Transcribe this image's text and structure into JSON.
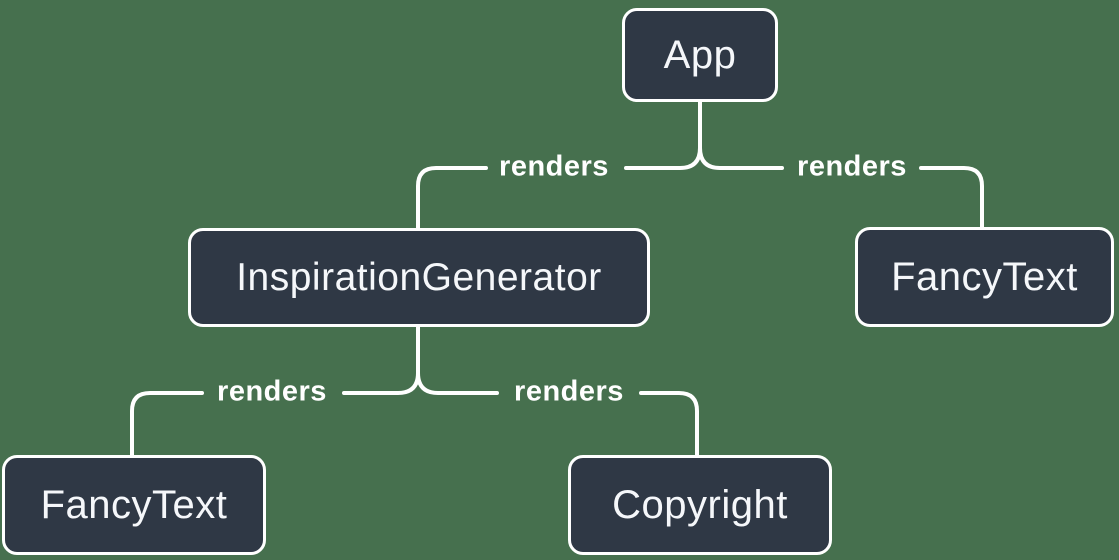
{
  "diagram": {
    "type": "render-tree",
    "colors": {
      "background": "#46704E",
      "node_fill": "#2F3845",
      "node_border": "#FFFFFF",
      "node_text": "#F5F7FA",
      "line": "#FFFFFF",
      "edge_label_text": "#FFFFFF"
    },
    "nodes": [
      {
        "id": "app",
        "label": "App"
      },
      {
        "id": "inspiration-generator",
        "label": "InspirationGenerator"
      },
      {
        "id": "fancy-text-top",
        "label": "FancyText"
      },
      {
        "id": "fancy-text-bottom",
        "label": "FancyText"
      },
      {
        "id": "copyright",
        "label": "Copyright"
      }
    ],
    "edges": [
      {
        "from": "App",
        "to": "InspirationGenerator",
        "label": "renders"
      },
      {
        "from": "App",
        "to": "FancyText",
        "label": "renders"
      },
      {
        "from": "InspirationGenerator",
        "to": "FancyText",
        "label": "renders"
      },
      {
        "from": "InspirationGenerator",
        "to": "Copyright",
        "label": "renders"
      }
    ]
  }
}
